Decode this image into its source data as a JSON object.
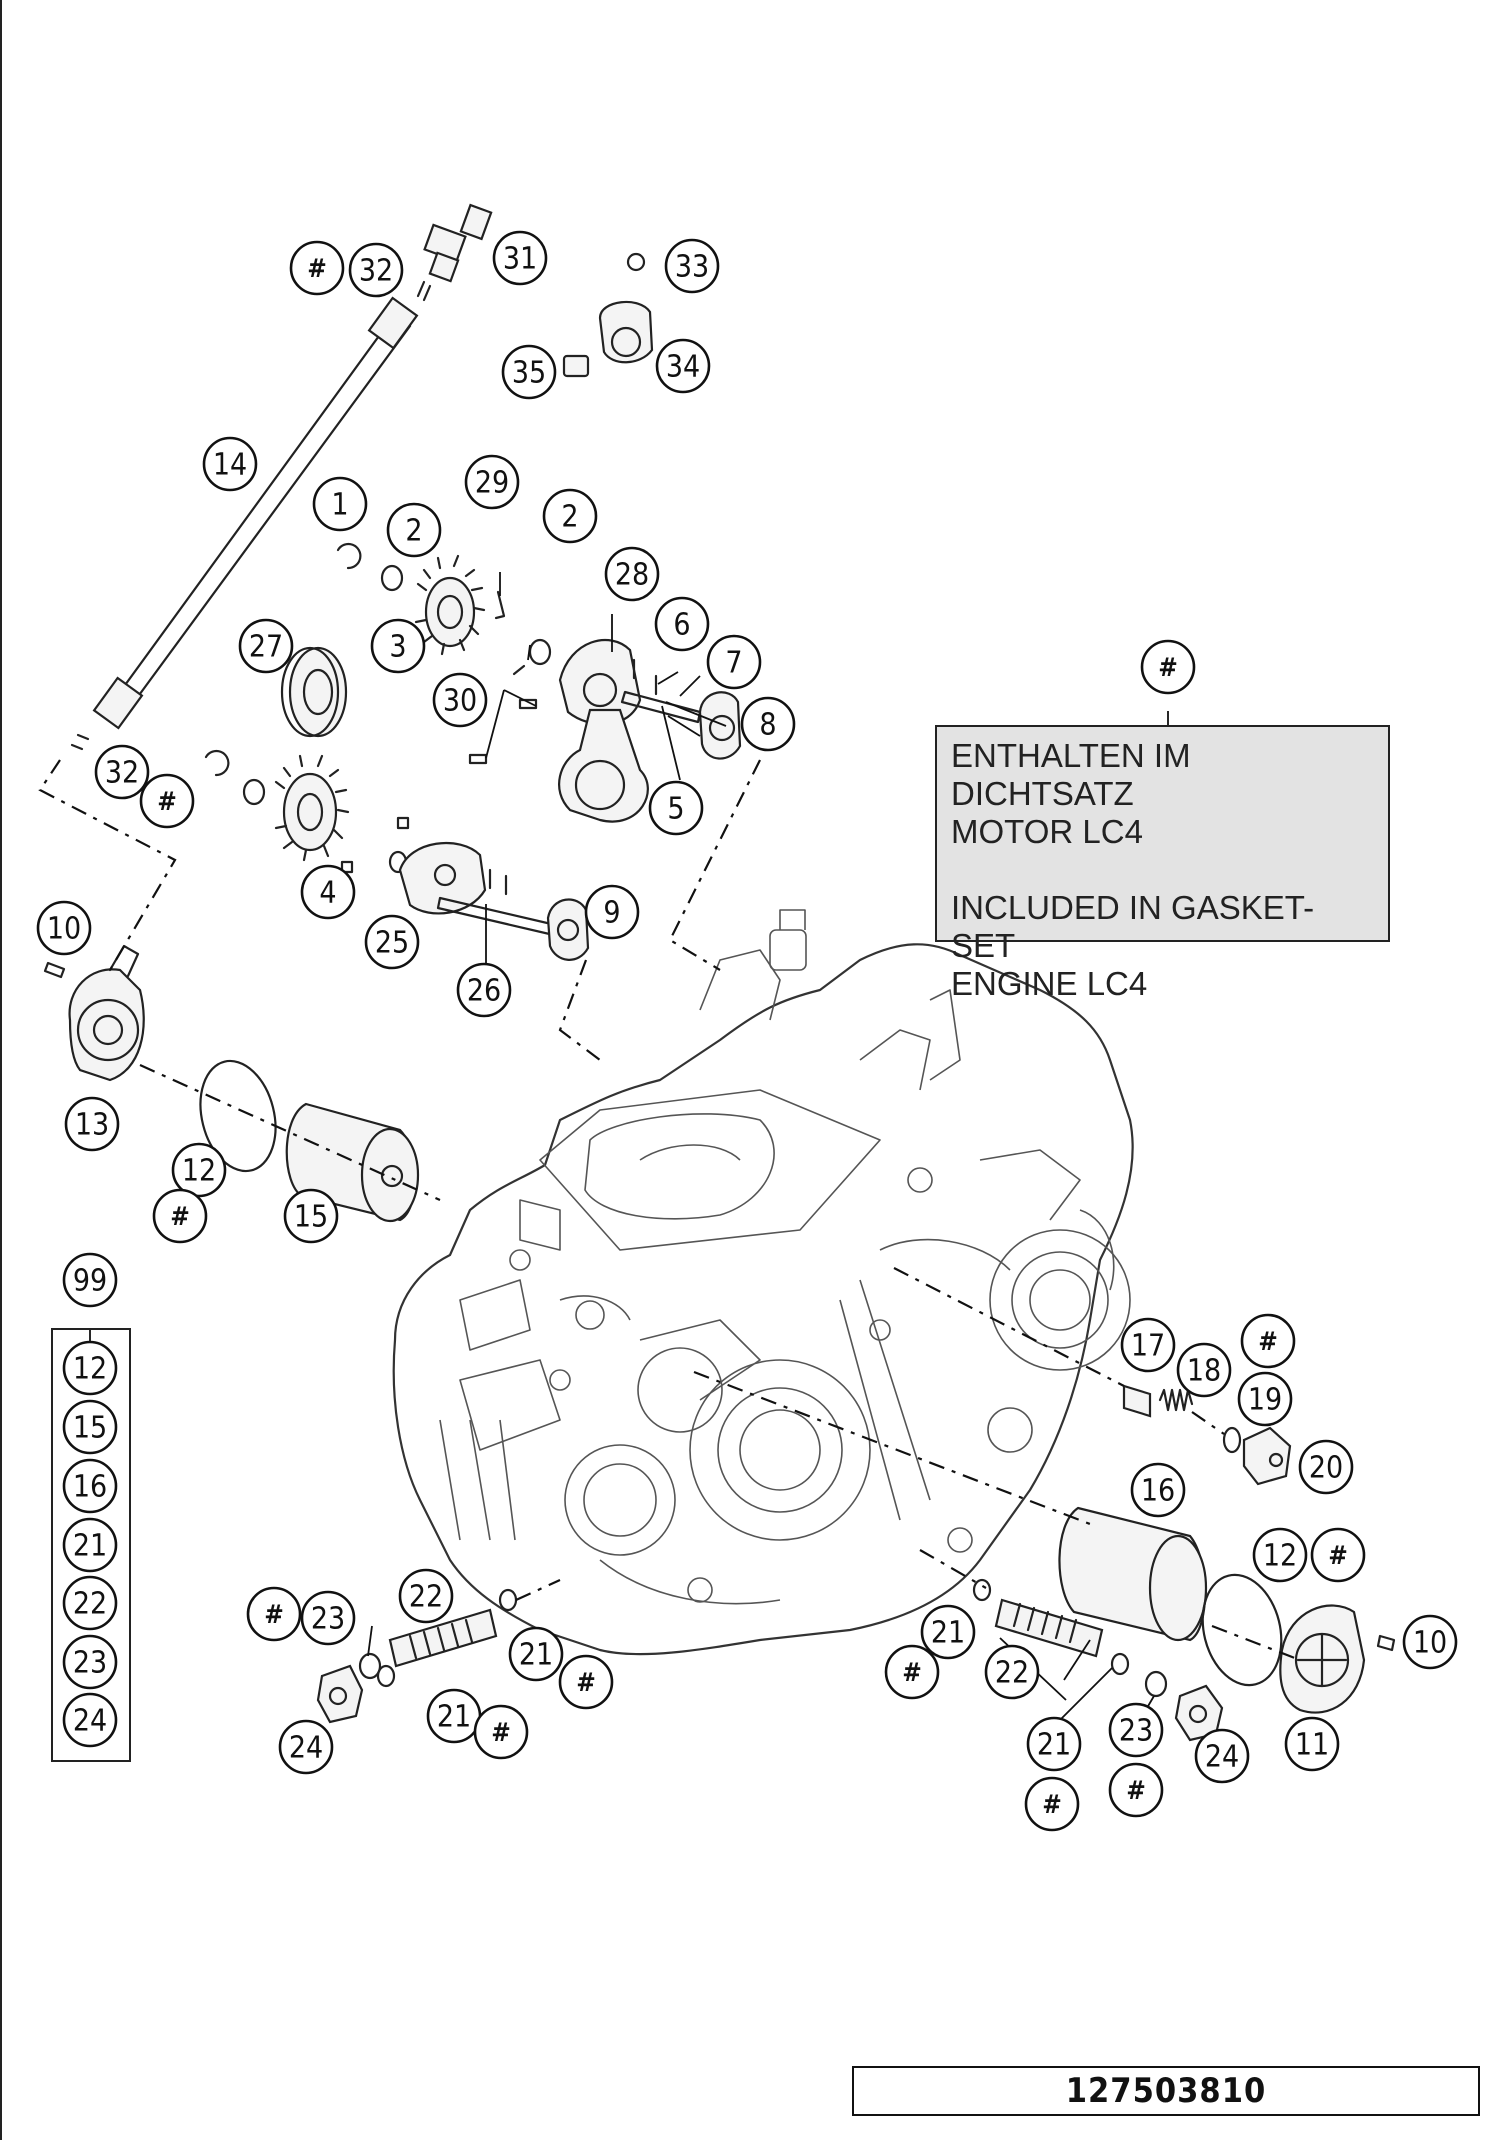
{
  "note": {
    "symbol": "#",
    "de_line1": "ENTHALTEN IM DICHTSATZ",
    "de_line2": "MOTOR LC4",
    "en_line1": "INCLUDED IN GASKET-SET",
    "en_line2": "ENGINE LC4"
  },
  "kit": {
    "number": "99",
    "items": [
      "12",
      "15",
      "16",
      "21",
      "22",
      "23",
      "24"
    ]
  },
  "reference_number": "127503810",
  "callouts": [
    {
      "label": "#"
    },
    {
      "label": "32"
    },
    {
      "label": "31"
    },
    {
      "label": "33"
    },
    {
      "label": "35"
    },
    {
      "label": "34"
    },
    {
      "label": "14"
    },
    {
      "label": "1"
    },
    {
      "label": "2"
    },
    {
      "label": "29"
    },
    {
      "label": "2"
    },
    {
      "label": "28"
    },
    {
      "label": "3"
    },
    {
      "label": "27"
    },
    {
      "label": "6"
    },
    {
      "label": "7"
    },
    {
      "label": "30"
    },
    {
      "label": "8"
    },
    {
      "label": "5"
    },
    {
      "label": "32"
    },
    {
      "label": "#"
    },
    {
      "label": "4"
    },
    {
      "label": "25"
    },
    {
      "label": "9"
    },
    {
      "label": "26"
    },
    {
      "label": "10"
    },
    {
      "label": "13"
    },
    {
      "label": "12"
    },
    {
      "label": "#"
    },
    {
      "label": "15"
    },
    {
      "label": "17"
    },
    {
      "label": "18"
    },
    {
      "label": "#"
    },
    {
      "label": "19"
    },
    {
      "label": "20"
    },
    {
      "label": "16"
    },
    {
      "label": "12"
    },
    {
      "label": "#"
    },
    {
      "label": "10"
    },
    {
      "label": "11"
    },
    {
      "label": "22"
    },
    {
      "label": "#"
    },
    {
      "label": "23"
    },
    {
      "label": "21"
    },
    {
      "label": "#"
    },
    {
      "label": "21"
    },
    {
      "label": "#"
    },
    {
      "label": "24"
    },
    {
      "label": "21"
    },
    {
      "label": "#"
    },
    {
      "label": "22"
    },
    {
      "label": "21"
    },
    {
      "label": "23"
    },
    {
      "label": "24"
    },
    {
      "label": "#"
    },
    {
      "label": "#"
    }
  ]
}
